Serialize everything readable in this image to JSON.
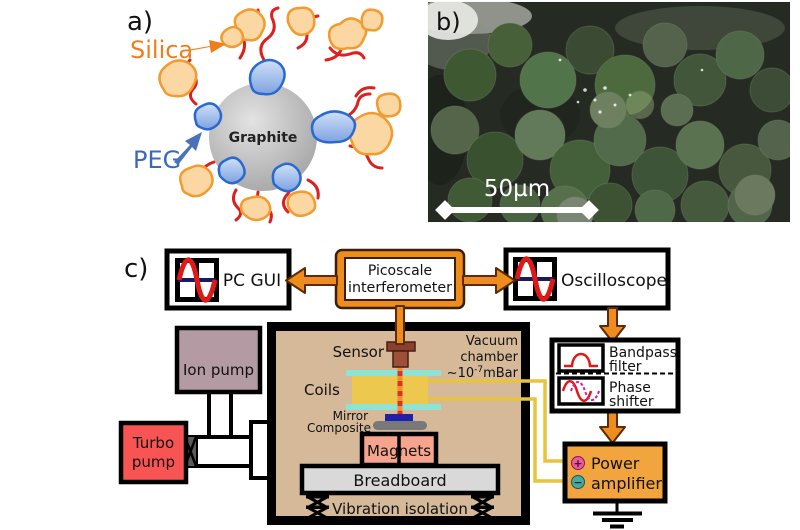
{
  "figure": {
    "panel_a": {
      "label": "a)",
      "silica": "Silica",
      "peg": "PEG",
      "graphite": "Graphite"
    },
    "panel_b": {
      "label": "b)",
      "scale": "50µm"
    },
    "panel_c": {
      "label": "c)",
      "pc_gui": "PC GUI",
      "picoscale_line1": "Picoscale",
      "picoscale_line2": "interferometer",
      "oscilloscope": "Oscilloscope",
      "bandpass_line1": "Bandpass",
      "bandpass_line2": "filter",
      "phase_line1": "Phase",
      "phase_line2": "shifter",
      "power_plus": "+",
      "power_minus": "−",
      "power_line1": "Power",
      "power_line2": "amplifier",
      "ion_pump": "Ion pump",
      "turbo_line1": "Turbo",
      "turbo_line2": "pump",
      "chamber_line1": "Vacuum",
      "chamber_line2": "chamber",
      "pressure_base": "~10",
      "pressure_exp": "-7",
      "pressure_unit": "mBar",
      "sensor": "Sensor",
      "coils": "Coils",
      "mirror": "Mirror",
      "composite": "Composite",
      "magnets": "Magnets",
      "breadboard": "Breadboard",
      "vibration": "Vibration isolation"
    },
    "colors": {
      "orange": "#ef8c1e",
      "silica_fill": "#fbd7a4",
      "silica_stroke": "#f29b2e",
      "chain_red": "#dd1f1f",
      "peg_blue": "#2a6ad0",
      "chamber_tan": "#d5b998",
      "coil_yellow": "#ecc84e",
      "wire_yellow": "#e8c43c",
      "cyan": "#8fe3d4",
      "magnet_salmon": "#f7a48e",
      "ion_pump_mauve": "#b49aa2",
      "turbo_red": "#f85454",
      "amp_orange": "#f2a53e",
      "signal_red": "#e01818"
    }
  }
}
